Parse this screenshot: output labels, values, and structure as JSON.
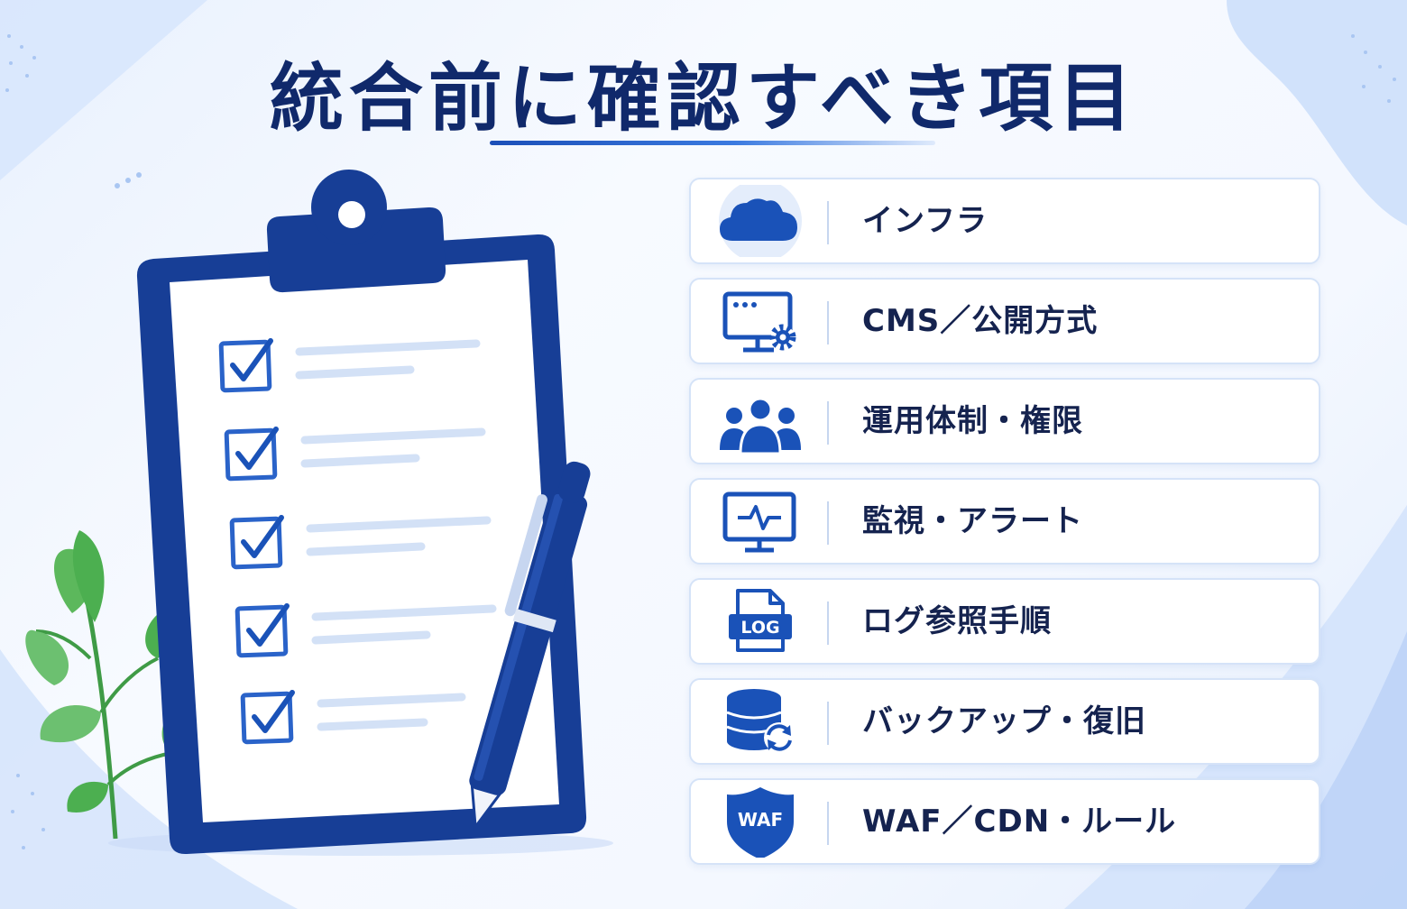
{
  "title": "統合前に確認すべき項目",
  "colors": {
    "title": "#10296b",
    "accent": "#1b4fb8",
    "icon": "#1a52b8",
    "label": "#15234f",
    "leaf": "#4caf50"
  },
  "illustration": {
    "clipboard_checked_items": 5,
    "icons": [
      "clipboard-icon",
      "checkbox-icon",
      "pen-icon",
      "plant-icon"
    ]
  },
  "items": [
    {
      "label": "インフラ",
      "icon": "cloud-icon"
    },
    {
      "label": "CMS／公開方式",
      "icon": "monitor-gear-icon"
    },
    {
      "label": "運用体制・権限",
      "icon": "team-icon"
    },
    {
      "label": "監視・アラート",
      "icon": "monitor-pulse-icon"
    },
    {
      "label": "ログ参照手順",
      "icon": "log-file-icon",
      "icon_text": "LOG"
    },
    {
      "label": "バックアップ・復旧",
      "icon": "database-sync-icon"
    },
    {
      "label": "WAF／CDN・ルール",
      "icon": "shield-icon",
      "icon_text": "WAF"
    }
  ]
}
